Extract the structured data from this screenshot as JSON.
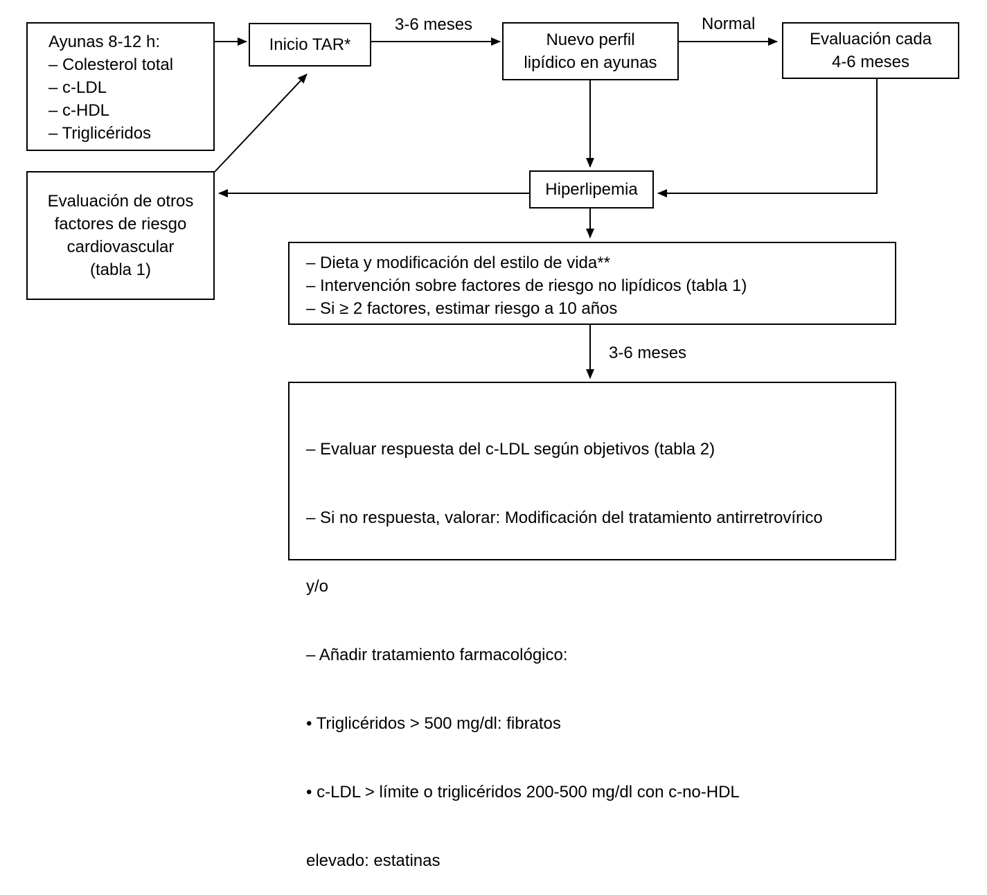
{
  "boxes": {
    "fasting": {
      "title": "Ayunas 8-12 h:",
      "items": [
        "– Colesterol total",
        "– c-LDL",
        "– c-HDL",
        "– Triglicéridos"
      ]
    },
    "inicio": {
      "label": "Inicio TAR*"
    },
    "nuevo_perfil": {
      "lines": [
        "Nuevo perfil",
        "lipídico en ayunas"
      ]
    },
    "evaluacion_cada": {
      "lines": [
        "Evaluación cada",
        "4-6 meses"
      ]
    },
    "hiperlipemia": {
      "label": "Hiperlipemia"
    },
    "otros_factores": {
      "lines": [
        "Evaluación de otros",
        "factores de riesgo",
        "cardiovascular",
        "(tabla 1)"
      ]
    },
    "intervencion": {
      "lines": [
        "– Dieta y modificación del estilo de vida**",
        "– Intervención sobre factores de riesgo no lipídicos (tabla 1)",
        "– Si ≥ 2 factores, estimar riesgo a 10 años"
      ]
    },
    "evaluar_respuesta": {
      "lines": [
        "– Evaluar respuesta del c-LDL según objetivos (tabla 2)",
        "– Si no respuesta, valorar: Modificación del tratamiento antirretrovírico",
        "   y/o",
        "– Añadir tratamiento farmacológico:",
        "   • Triglicéridos > 500 mg/dl: fibratos",
        "   • c-LDL > límite o triglicéridos 200-500 mg/dl con c-no-HDL",
        "      elevado: estatinas"
      ]
    }
  },
  "edges": {
    "tar_to_perfil": "3-6 meses",
    "perfil_to_eval": "Normal",
    "intervencion_to_respuesta": "3-6 meses"
  }
}
